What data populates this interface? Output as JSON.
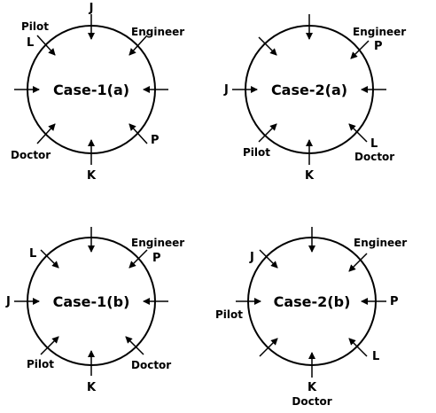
{
  "diagrams": [
    {
      "title": "Case-1(a)",
      "labels": {
        "top": "J",
        "top_left_letter": "L",
        "top_left_role": "Pilot",
        "top_right_letter": "",
        "top_right_role": "Engineer",
        "left": "",
        "right": "",
        "bottom_right_letter": "P",
        "bottom_right_role": "",
        "bottom_left_letter": "",
        "bottom_left_role": "Doctor",
        "bottom": "K",
        "bottom_role": ""
      }
    },
    {
      "title": "Case-2(a)",
      "labels": {
        "top": "",
        "top_left_letter": "",
        "top_left_role": "",
        "top_right_letter": "P",
        "top_right_role": "Engineer",
        "left": "J",
        "right": "",
        "bottom_right_letter": "L",
        "bottom_right_role": "Doctor",
        "bottom_left_letter": "",
        "bottom_left_role": "Pilot",
        "bottom": "K",
        "bottom_role": ""
      }
    },
    {
      "title": "Case-1(b)",
      "labels": {
        "top": "",
        "top_left_letter": "L",
        "top_left_role": "",
        "top_right_letter": "P",
        "top_right_role": "Engineer",
        "left": "J",
        "right": "",
        "bottom_right_letter": "",
        "bottom_right_role": "Doctor",
        "bottom_left_letter": "",
        "bottom_left_role": "Pilot",
        "bottom": "K",
        "bottom_role": ""
      }
    },
    {
      "title": "Case-2(b)",
      "labels": {
        "top": "",
        "top_left_letter": "J",
        "top_left_role": "",
        "top_right_letter": "",
        "top_right_role": "Engineer",
        "left": "",
        "left_role": "Pilot",
        "right": "P",
        "bottom_right_letter": "L",
        "bottom_right_role": "",
        "bottom_left_letter": "",
        "bottom_left_role": "",
        "bottom": "K",
        "bottom_role": "Doctor"
      }
    }
  ]
}
